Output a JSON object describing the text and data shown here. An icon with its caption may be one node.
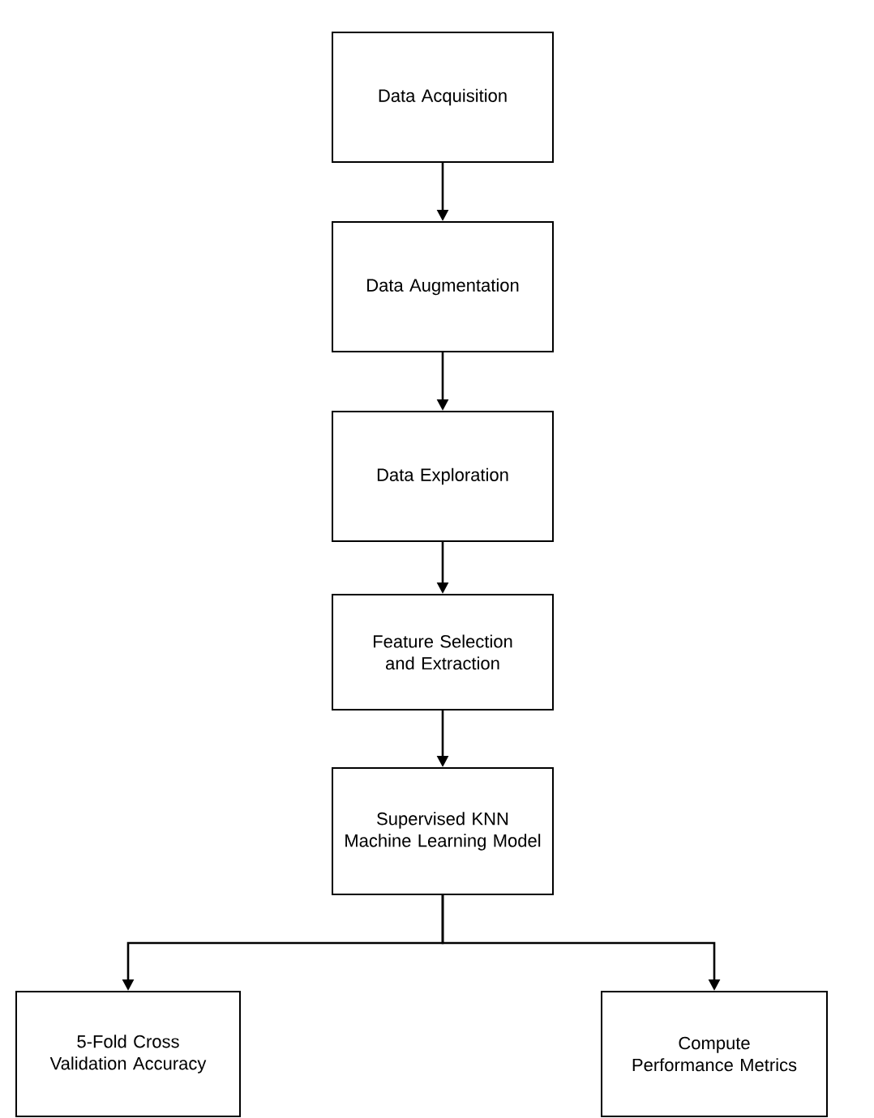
{
  "diagram": {
    "nodes": [
      {
        "text": [
          "Data Acquisition"
        ]
      },
      {
        "text": [
          "Data Augmentation"
        ]
      },
      {
        "text": [
          "Data Exploration"
        ]
      },
      {
        "text": [
          "Feature Selection and Extraction"
        ]
      },
      {
        "text": [
          "Supervised KNN Machine Learning Model"
        ]
      },
      {
        "text": [
          "5-Fold Cross Validation Accuracy"
        ]
      },
      {
        "text": [
          "Compute Performance Metrics"
        ]
      }
    ],
    "edges": [
      {
        "from": 0,
        "to": 1,
        "arrow": "to"
      },
      {
        "from": 1,
        "to": 2,
        "arrow": "to"
      },
      {
        "from": 2,
        "to": 3,
        "arrow": "to"
      },
      {
        "from": 3,
        "to": 4,
        "arrow": "to"
      },
      {
        "from": 4,
        "to": 5,
        "arrow": "to"
      },
      {
        "from": 4,
        "to": 6,
        "arrow": "to"
      }
    ]
  }
}
